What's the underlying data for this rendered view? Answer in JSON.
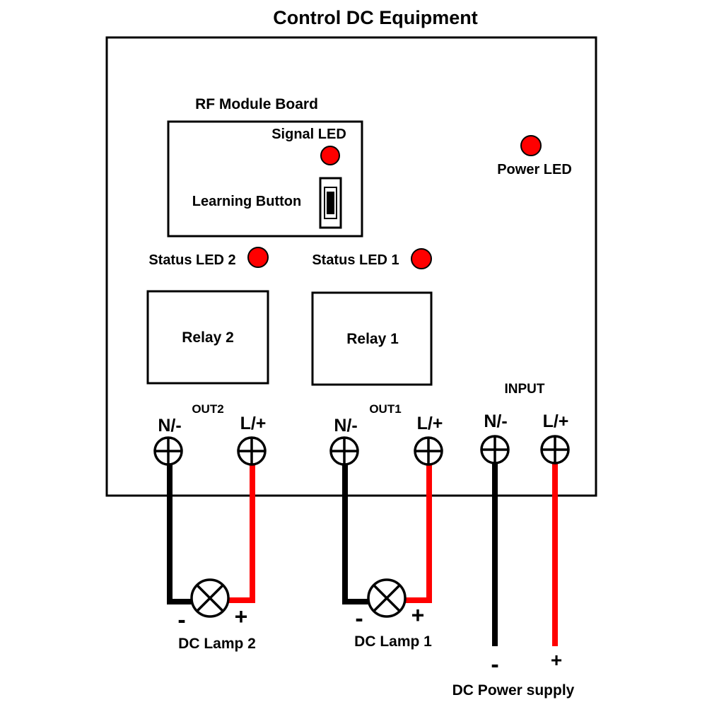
{
  "title": "Control DC Equipment",
  "board": {
    "rf_module_label": "RF Module Board",
    "signal_led_label": "Signal LED",
    "learning_button_label": "Learning Button",
    "power_led_label": "Power LED",
    "status_led_2_label": "Status LED 2",
    "status_led_1_label": "Status LED 1",
    "relay_2_label": "Relay 2",
    "relay_1_label": "Relay 1"
  },
  "terminals": {
    "out2_label": "OUT2",
    "out1_label": "OUT1",
    "input_label": "INPUT",
    "out2_neg": "N/-",
    "out2_pos": "L/+",
    "out1_neg": "N/-",
    "out1_pos": "L/+",
    "input_neg": "N/-",
    "input_pos": "L/+"
  },
  "loads": {
    "lamp2_label": "DC Lamp 2",
    "lamp1_label": "DC Lamp 1",
    "lamp2_minus": "-",
    "lamp2_plus": "+",
    "lamp1_minus": "-",
    "lamp1_plus": "+"
  },
  "supply": {
    "label": "DC Power supply",
    "minus": "-",
    "plus": "+"
  },
  "colors": {
    "led": "#ff0000",
    "positive_wire": "#ff0000",
    "negative_wire": "#000000",
    "outline": "#000000"
  }
}
